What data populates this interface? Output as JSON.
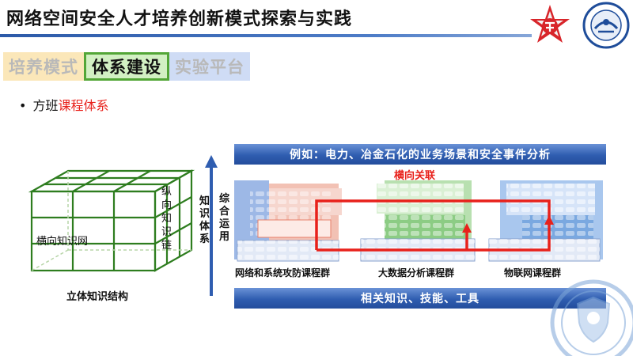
{
  "header": {
    "title": "网络空间安全人才培养创新模式探索与实践"
  },
  "tabs": [
    {
      "label": "培养模式",
      "active": false
    },
    {
      "label": "体系建设",
      "active": true
    },
    {
      "label": "实验平台",
      "active": false
    }
  ],
  "bullet": {
    "dot": "•",
    "prefix": "方班",
    "highlight": "课程体系"
  },
  "cube": {
    "horizontal_label": "横向知识网",
    "vertical_label": "纵向知识链",
    "caption": "立体知识结构"
  },
  "axis": {
    "knowledge_system": "知识体系",
    "integrated_use": "综合运用"
  },
  "diagram": {
    "top_banner": "例如：电力、冶金石化的业务场景和安全事件分析",
    "horizontal_link": "横向关联",
    "groups": [
      {
        "label": "网络和系统攻防课程群",
        "color": "#e8806b"
      },
      {
        "label": "大数据分析课程群",
        "color": "#6cc46a"
      },
      {
        "label": "物联网课程群",
        "color": "#4a8ed6"
      }
    ],
    "bottom_banner": "相关知识、技能、工具"
  },
  "colors": {
    "accent_blue": "#2f5db0",
    "highlight_red": "#e8211b",
    "cube_green": "#2e7d1f"
  }
}
